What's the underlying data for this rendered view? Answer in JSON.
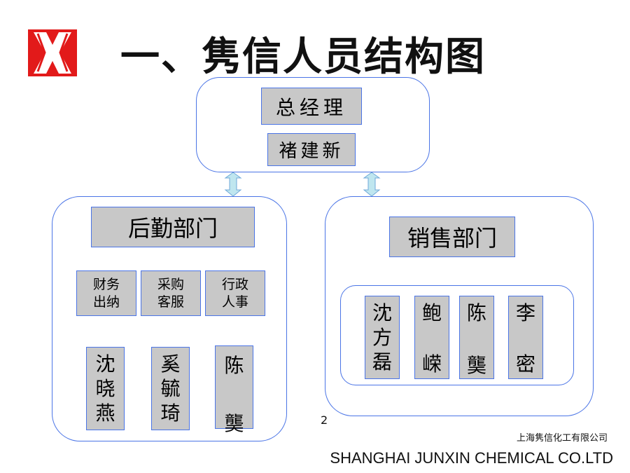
{
  "title": "一、隽信人员结构图",
  "colors": {
    "logo_red": "#e21a1a",
    "border_blue": "#4a74e6",
    "box_gray": "#c8c8c8",
    "arrow_blue": "#3b7cf0"
  },
  "top": {
    "role": "总经理",
    "name": "褚建新"
  },
  "logistics": {
    "dept": "后勤部门",
    "units": [
      {
        "label_line1": "财务",
        "label_line2": "出纳",
        "person": [
          "沈",
          "晓",
          "燕"
        ]
      },
      {
        "label_line1": "采购",
        "label_line2": "客服",
        "person": [
          "奚",
          "毓",
          "琦"
        ]
      },
      {
        "label_line1": "行政",
        "label_line2": "人事",
        "person": [
          "陈",
          "龑"
        ]
      }
    ]
  },
  "sales": {
    "dept": "销售部门",
    "people": [
      [
        "沈",
        "方",
        "磊"
      ],
      [
        "鲍",
        "嵘"
      ],
      [
        "陈",
        "龑"
      ],
      [
        "李",
        "密"
      ]
    ]
  },
  "page_number": "2",
  "footer": {
    "company_cn": "上海隽信化工有限公司",
    "company_en": "SHANGHAI JUNXIN CHEMICAL CO.LTD"
  }
}
